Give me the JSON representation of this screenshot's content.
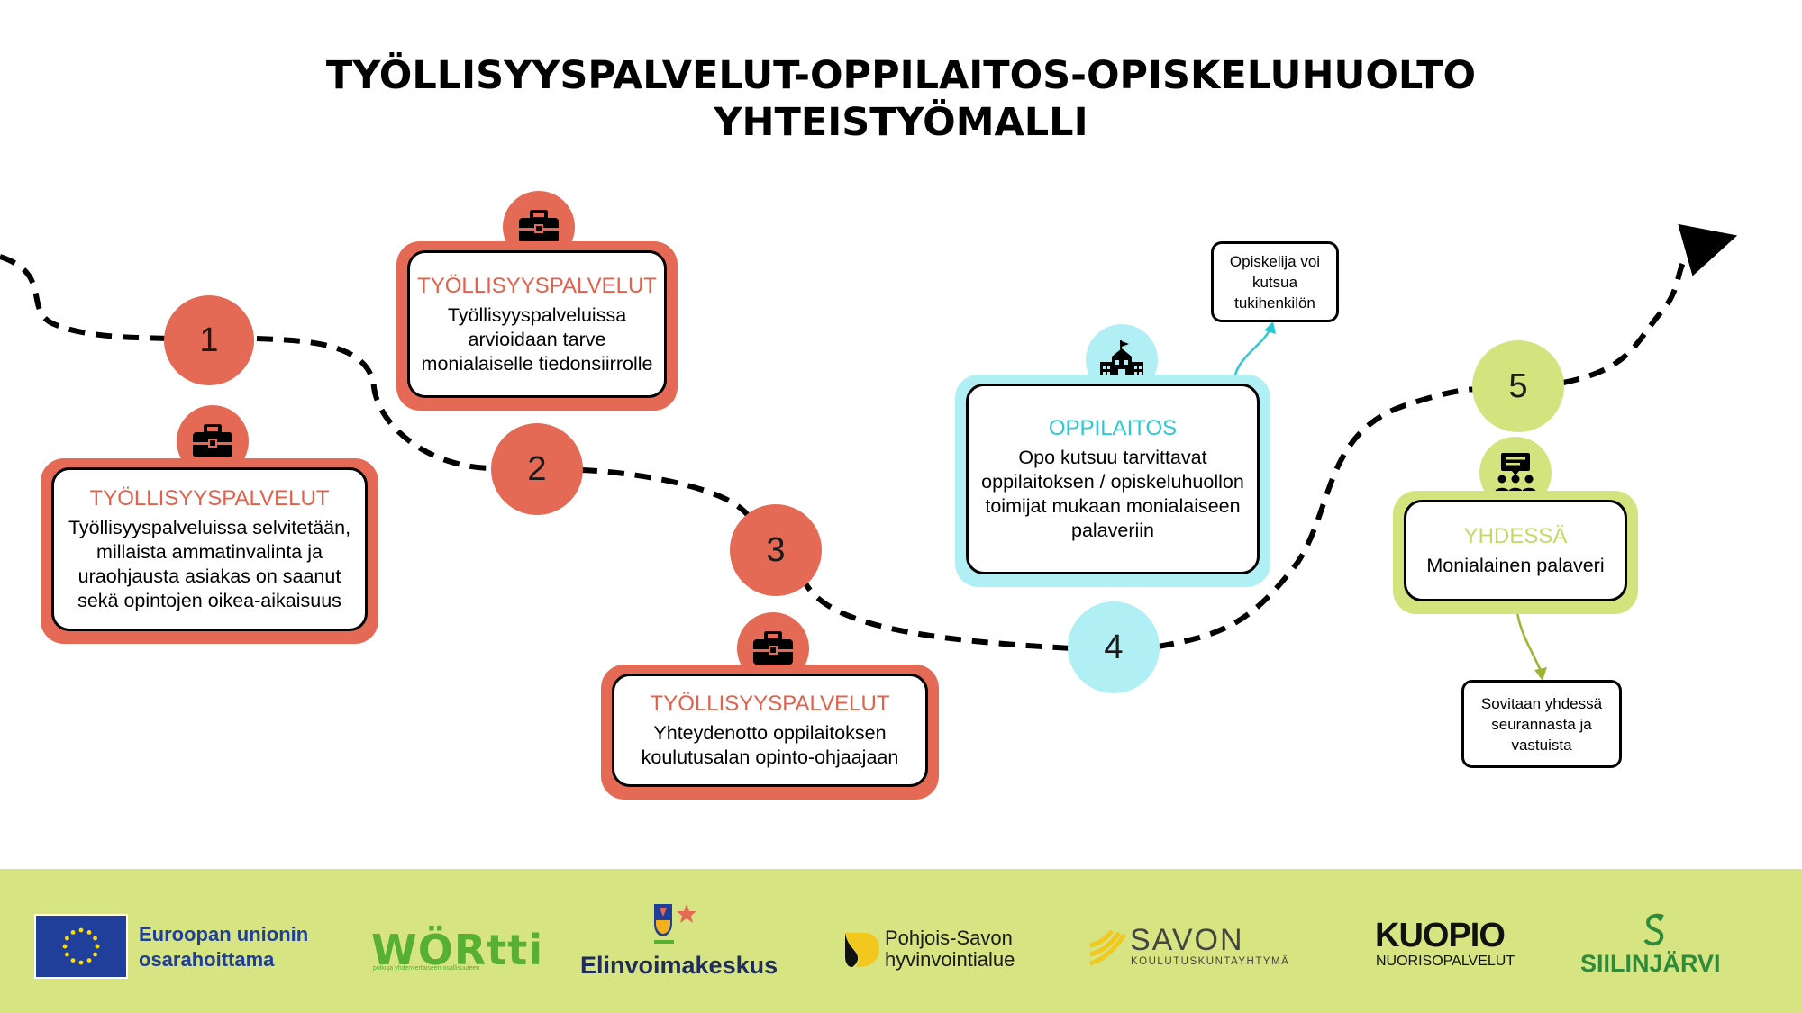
{
  "title": {
    "line1": "TYÖLLISYYSPALVELUT-OPPILAITOS-OPISKELUHUOLTO",
    "line2": "YHTEISTYÖMALLI"
  },
  "steps": [
    {
      "number": "1",
      "color": "red"
    },
    {
      "number": "2",
      "color": "red"
    },
    {
      "number": "3",
      "color": "red"
    },
    {
      "number": "4",
      "color": "cyan"
    },
    {
      "number": "5",
      "color": "lime"
    }
  ],
  "cards": [
    {
      "heading": "TYÖLLISYYSPALVELUT",
      "icon": "briefcase-icon",
      "text": "Työllisyyspalveluissa selvitetään, millaista ammatinvalinta ja uraohjausta asiakas on saanut sekä opintojen oikea-aikaisuus"
    },
    {
      "heading": "TYÖLLISYYSPALVELUT",
      "icon": "briefcase-icon",
      "text": "Työllisyyspalveluissa arvioidaan tarve monialaiselle tiedonsiirrolle"
    },
    {
      "heading": "TYÖLLISYYSPALVELUT",
      "icon": "briefcase-icon",
      "text": "Yhteydenotto oppilaitoksen koulutusalan opinto-ohjaajaan"
    },
    {
      "heading": "OPPILAITOS",
      "icon": "school-icon",
      "text": "Opo kutsuu tarvittavat oppilaitoksen / opiskeluhuollon toimijat mukaan monialaiseen palaveriin"
    },
    {
      "heading": "YHDESSÄ",
      "icon": "meeting-icon",
      "text": "Monialainen palaveri"
    }
  ],
  "notes": {
    "support_person": "Opiskelija voi kutsua tukihenkilön",
    "followup": "Sovitaan yhdessä seurannasta ja vastuista"
  },
  "colors": {
    "red": "#e46a56",
    "cyan": "#b0eff4",
    "lime": "#d3e37d",
    "footer": "#d6e481"
  },
  "footer": {
    "eu": "Euroopan unionin osarahoittama",
    "wortti": "WÖRtti",
    "wortti_sub": "polkuja yhdenvertaiseen osallisuuteen",
    "elinvoima": "Elinvoimakeskus",
    "pohjois_savo_line1": "Pohjois-Savon",
    "pohjois_savo_line2": "hyvinvointialue",
    "savon": "SAVON",
    "savon_sub": "KOULUTUSKUNTAYHTYMÄ",
    "kuopio": "KUOPIO",
    "kuopio_sub": "NUORISOPALVELUT",
    "siilinjarvi": "SIILINJÄRVI"
  }
}
